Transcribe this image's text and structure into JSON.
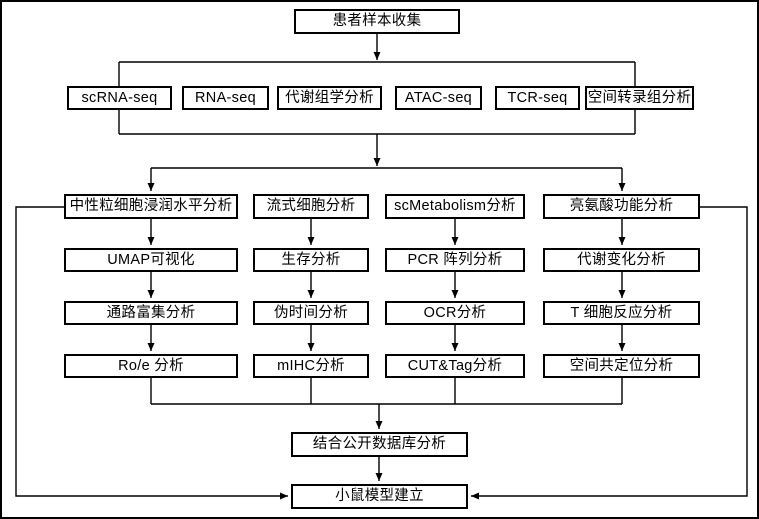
{
  "diagram": {
    "nodes": {
      "top": "患者样本收集",
      "seq": [
        "scRNA-seq",
        "RNA-seq",
        "代谢组学分析",
        "ATAC-seq",
        "TCR-seq",
        "空间转录组分析"
      ],
      "col1": [
        "中性粒细胞浸润水平分析",
        "UMAP可视化",
        "通路富集分析",
        "Ro/e 分析"
      ],
      "col2": [
        "流式细胞分析",
        "生存分析",
        "伪时间分析",
        "mIHC分析"
      ],
      "col3": [
        "scMetabolism分析",
        "PCR 阵列分析",
        "OCR分析",
        "CUT&Tag分析"
      ],
      "col4": [
        "亮氨酸功能分析",
        "代谢变化分析",
        "T 细胞反应分析",
        "空间共定位分析"
      ],
      "bottom1": "结合公开数据库分析",
      "bottom2": "小鼠模型建立"
    },
    "colors": {
      "line": "#000000",
      "box_border": "#000000",
      "box_background": "#ffffff",
      "page_background": "#ffffff"
    }
  }
}
